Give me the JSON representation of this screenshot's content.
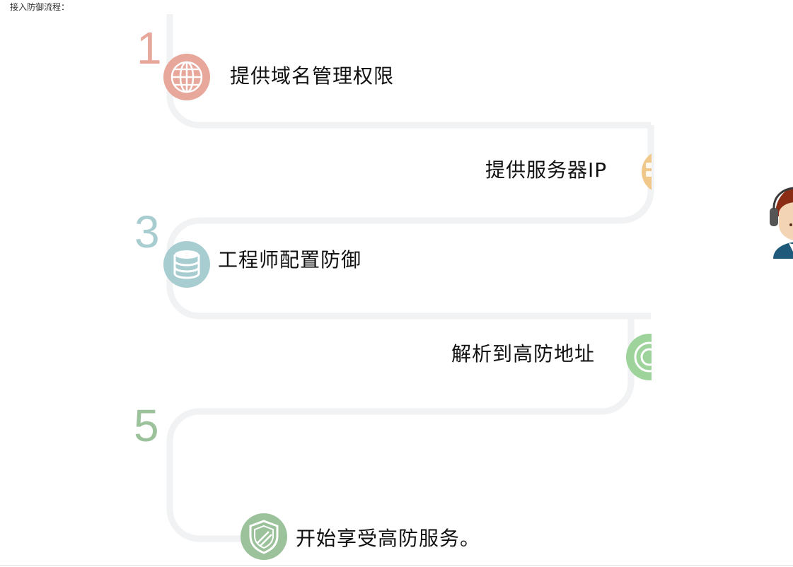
{
  "page": {
    "title": "接入防御流程："
  },
  "steps": [
    {
      "number": "1",
      "label": "提供域名管理权限",
      "icon": "globe-icon",
      "color": "#e7a79b"
    },
    {
      "number": "",
      "label": "提供服务器IP",
      "icon": "server-icon",
      "color": "#f0c98a"
    },
    {
      "number": "3",
      "label": "工程师配置防御",
      "icon": "database-icon",
      "color": "#a8cdd1"
    },
    {
      "number": "",
      "label": "解析到高防地址",
      "icon": "target-icon",
      "color": "#9ed49c"
    },
    {
      "number": "5",
      "label": "开始享受高防服务。",
      "icon": "shield-icon",
      "color": "#9cc29b"
    }
  ],
  "track_color": "#f1f2f3",
  "side_avatar": {
    "icon": "customer-service-avatar-icon"
  }
}
